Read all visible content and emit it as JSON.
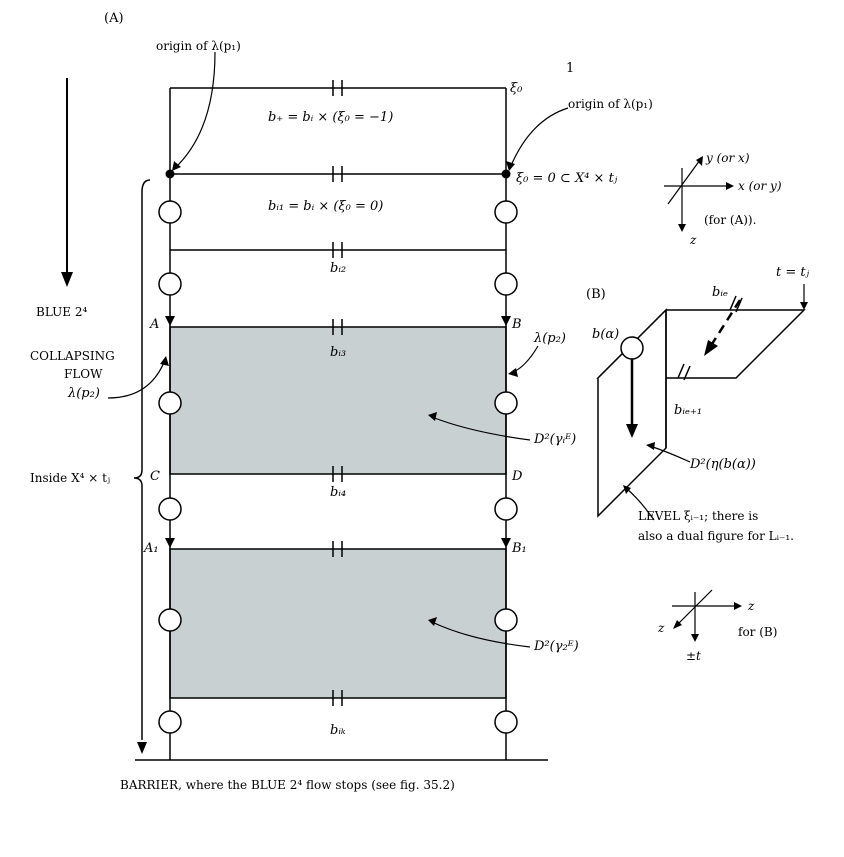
{
  "labels": {
    "panel_a": "(A)",
    "panel_b": "(B)",
    "origin_top": "origin of λ(p₁)",
    "origin_right": "origin of λ(p₁)",
    "xi0_label": "ξ₀",
    "one_label": "1",
    "b_plus": "b₊ = bᵢ × (ξ₀ = −1)",
    "xi0_eq": "ξ₀ = 0 ⊂ X⁴ × tⱼ",
    "b_i1": "bᵢ₁ = bᵢ × (ξ₀ = 0)",
    "b_i2": "bᵢ₂",
    "b_i3": "bᵢ₃",
    "b_i4": "bᵢ₄",
    "b_ik": "bᵢₖ",
    "blue_label": "BLUE 2⁴",
    "collapsing": "COLLAPSING",
    "flow": "FLOW",
    "lambda_p2_left": "λ(p₂)",
    "lambda_p2_right": "λ(p₂)",
    "inside": "Inside X⁴ × tⱼ",
    "pt_A": "A",
    "pt_B": "B",
    "pt_C": "C",
    "pt_D": "D",
    "pt_A1": "A₁",
    "pt_B1": "B₁",
    "d2_gamma": "D²(γᵢᴱ)",
    "d2_gamma2": "D²(γ₂ᴱ)",
    "barrier": "BARRIER, where the BLUE 2⁴ flow stops (see fig. 35.2)",
    "axis_a_y": "y (or x)",
    "axis_a_x": "x (or y)",
    "axis_a_z": "z",
    "axis_a_for": "(for (A)).",
    "t_eq": "t = tⱼ",
    "b_alpha": "b(α)",
    "b_ie": "bᵢₑ",
    "b_ie1": "bᵢₑ₊₁",
    "d2_eta": "D²(η(b(α))",
    "level_line1": "LEVEL ξᵢ₋₁; there is",
    "level_line2": "also a dual figure for Lᵢ₋₁.",
    "axis_b_z_right": "z",
    "axis_b_z_left": "z",
    "axis_b_t": "±t",
    "axis_b_for": "for (B)"
  },
  "colors": {
    "shade": "#c8d0d2",
    "ink": "#000000"
  }
}
